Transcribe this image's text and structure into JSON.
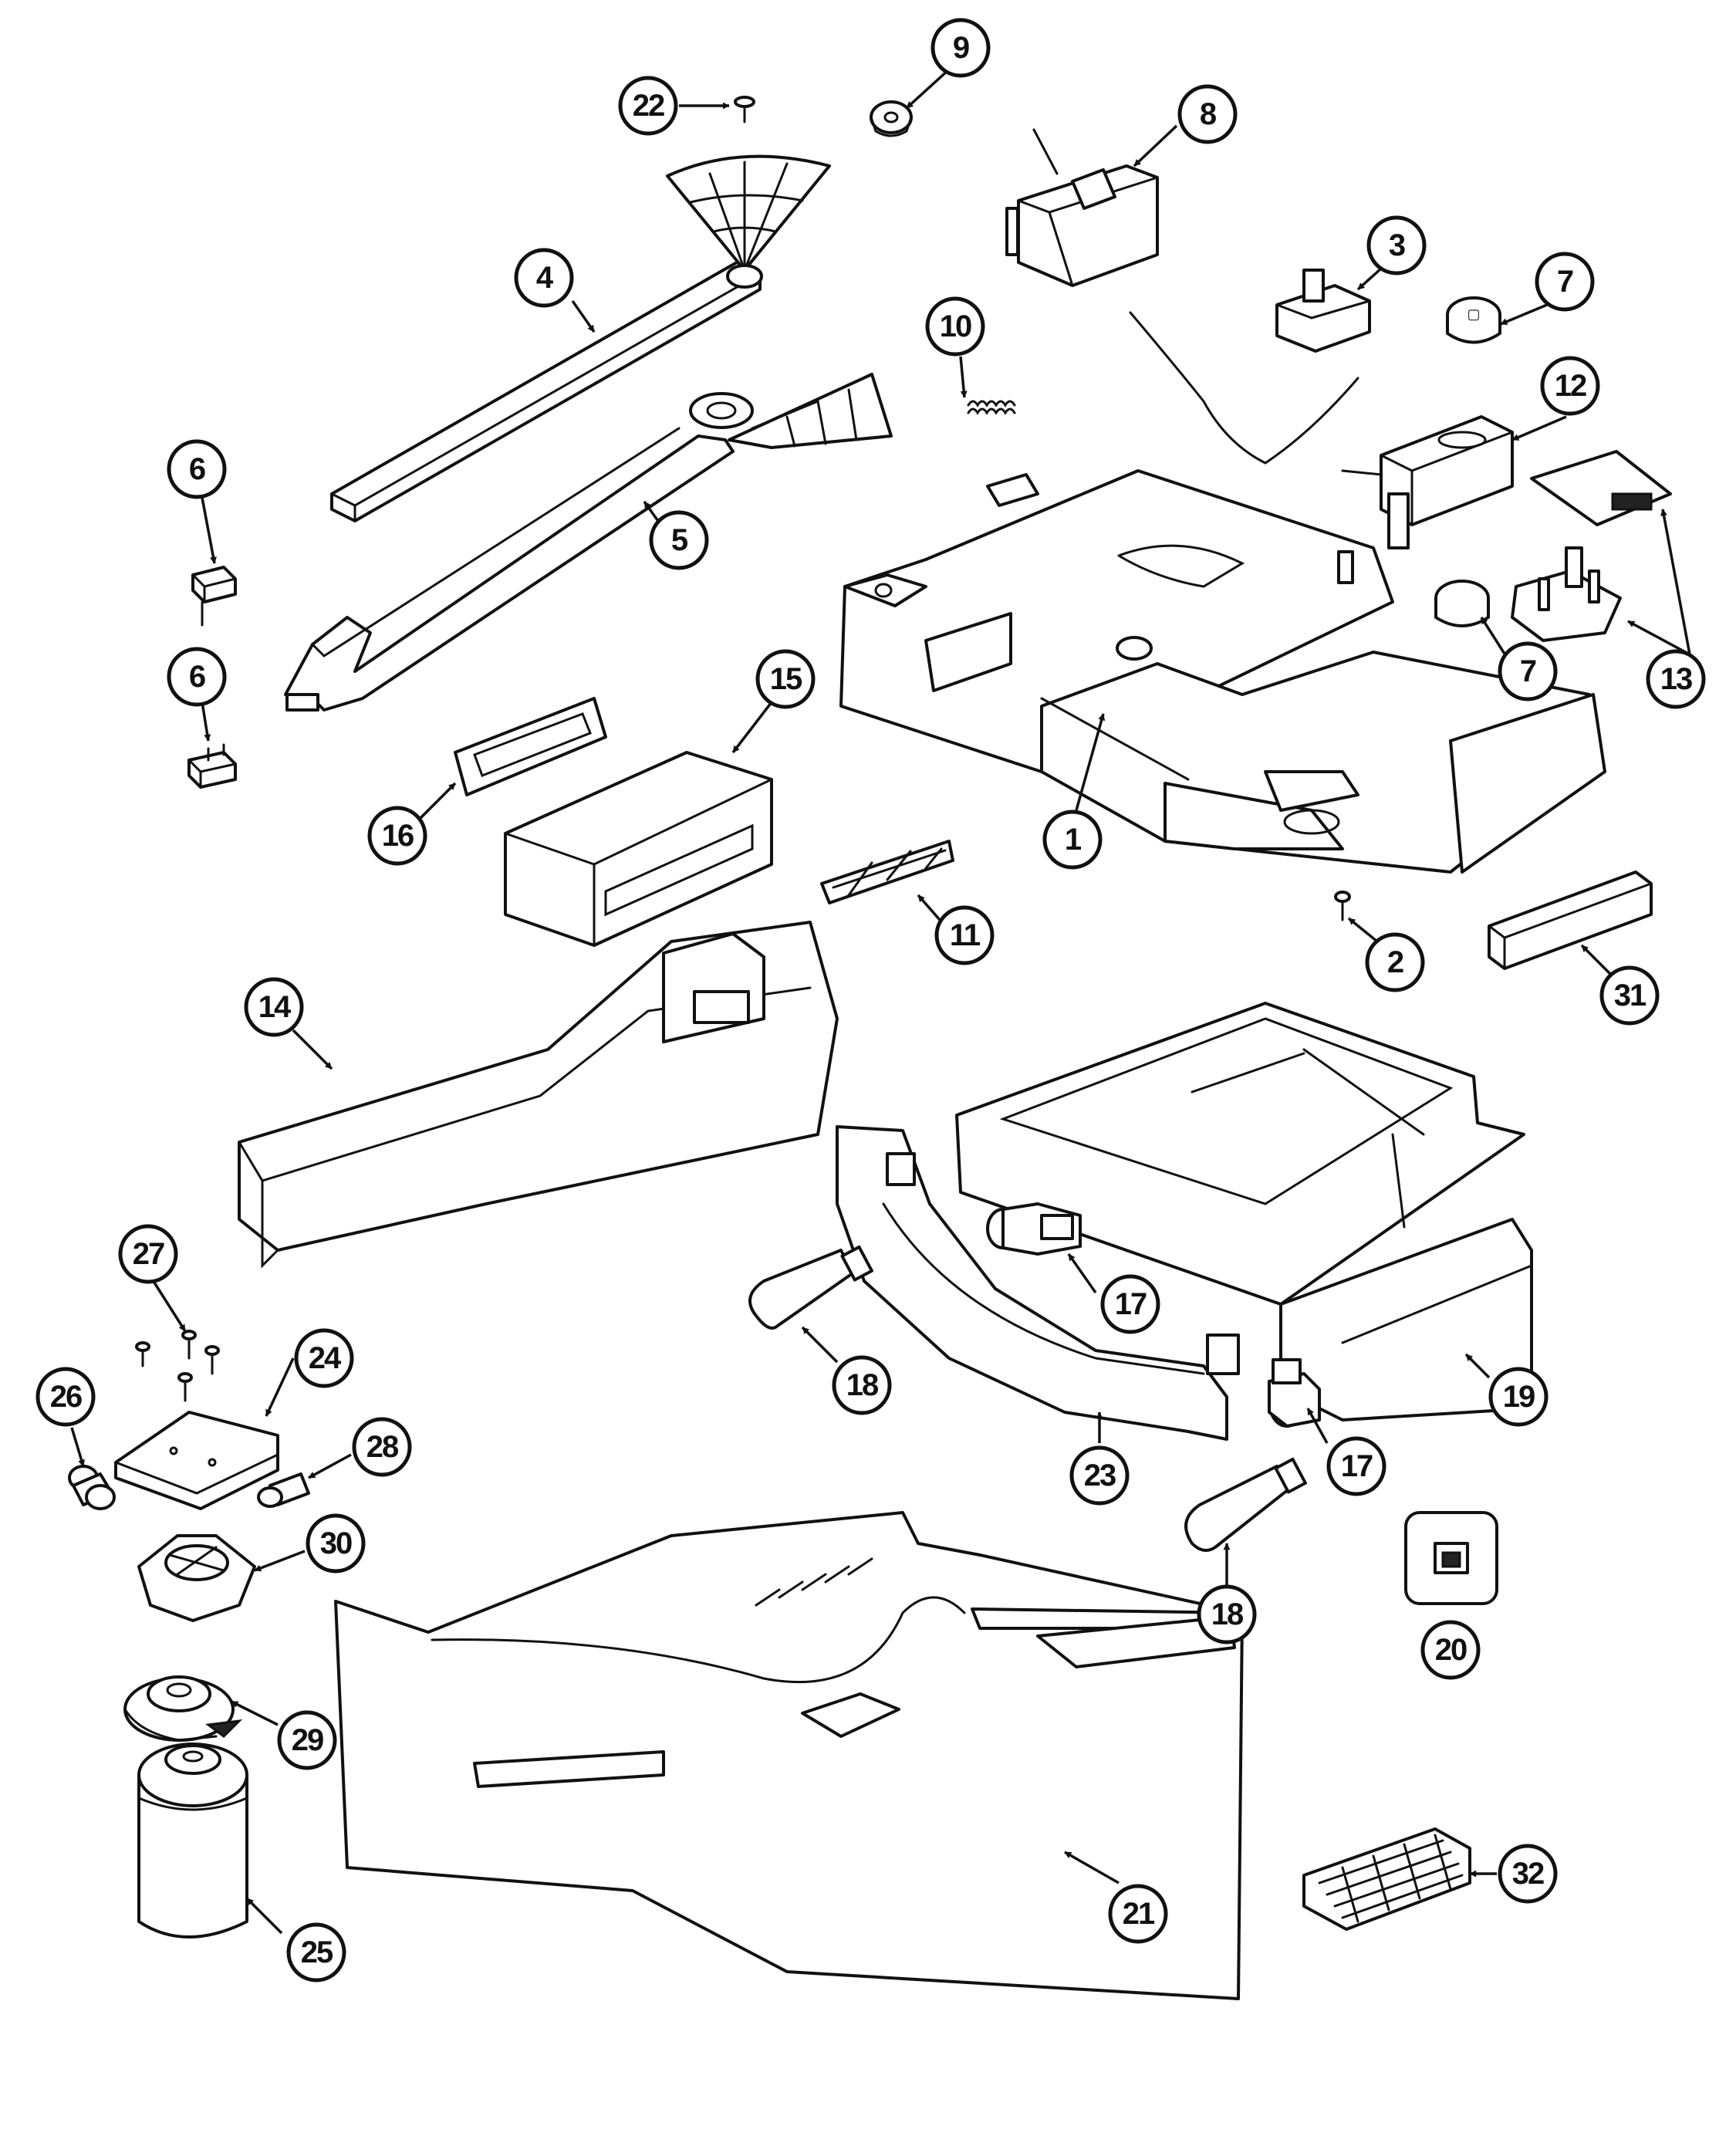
{
  "diagram": {
    "callouts": {
      "c1": "1",
      "c2": "2",
      "c3": "3",
      "c4": "4",
      "c5": "5",
      "c6a": "6",
      "c6b": "6",
      "c7a": "7",
      "c7b": "7",
      "c8": "8",
      "c9": "9",
      "c10": "10",
      "c11": "11",
      "c12": "12",
      "c13": "13",
      "c14": "14",
      "c15": "15",
      "c16": "16",
      "c17a": "17",
      "c17b": "17",
      "c18a": "18",
      "c18b": "18",
      "c19": "19",
      "c20": "20",
      "c21": "21",
      "c22": "22",
      "c23": "23",
      "c24": "24",
      "c25": "25",
      "c26": "26",
      "c27": "27",
      "c28": "28",
      "c29": "29",
      "c30": "30",
      "c31": "31",
      "c32": "32"
    }
  }
}
